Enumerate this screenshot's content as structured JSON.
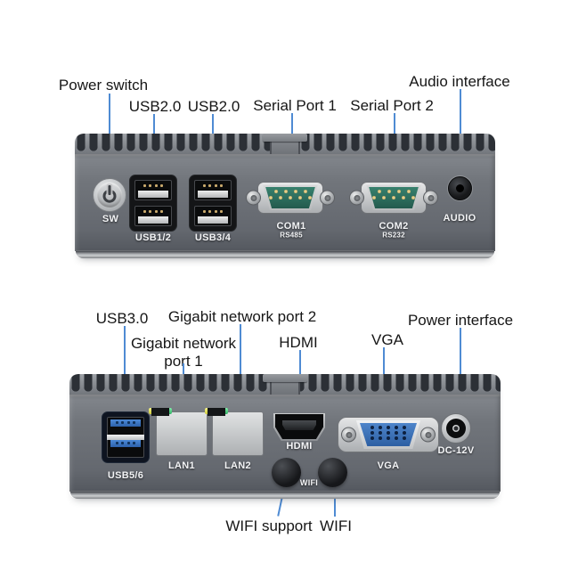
{
  "callouts": {
    "front": [
      {
        "label": "Power switch"
      },
      {
        "label": "USB2.0"
      },
      {
        "label": "USB2.0"
      },
      {
        "label": "Serial Port 1"
      },
      {
        "label": "Serial Port 2"
      },
      {
        "label": "Audio interface"
      }
    ],
    "rear": [
      {
        "label": "USB3.0"
      },
      {
        "label": "Gigabit network",
        "label2": "port 1"
      },
      {
        "label": "Gigabit network port 2"
      },
      {
        "label": "HDMI"
      },
      {
        "label": "VGA"
      },
      {
        "label": "Power interface"
      },
      {
        "label": "WIFI support"
      },
      {
        "label": "WIFI"
      }
    ]
  },
  "front_panel": {
    "power_switch": "SW",
    "usb_1_2": "USB1/2",
    "usb_3_4": "USB3/4",
    "com1": "COM1",
    "com1_standard": "RS485",
    "com2": "COM2",
    "com2_standard": "RS232",
    "audio": "AUDIO"
  },
  "rear_panel": {
    "usb_5_6": "USB5/6",
    "lan1": "LAN1",
    "lan2": "LAN2",
    "hdmi": "HDMI",
    "vga": "VGA",
    "dc_power": "DC-12V",
    "wifi": "WIFI"
  },
  "colors": {
    "background": "#ffffff",
    "leader_line": "#4f8bd3",
    "callout_text": "#161616",
    "chassis_gray": "#6e7278",
    "com_connector_green": "#2c6e5f",
    "vga_blue": "#3a6fb5",
    "usb3_blue": "#2f6fb8",
    "lan_led_green": "#3fd47a",
    "lan_led_yellow": "#e8e457"
  }
}
